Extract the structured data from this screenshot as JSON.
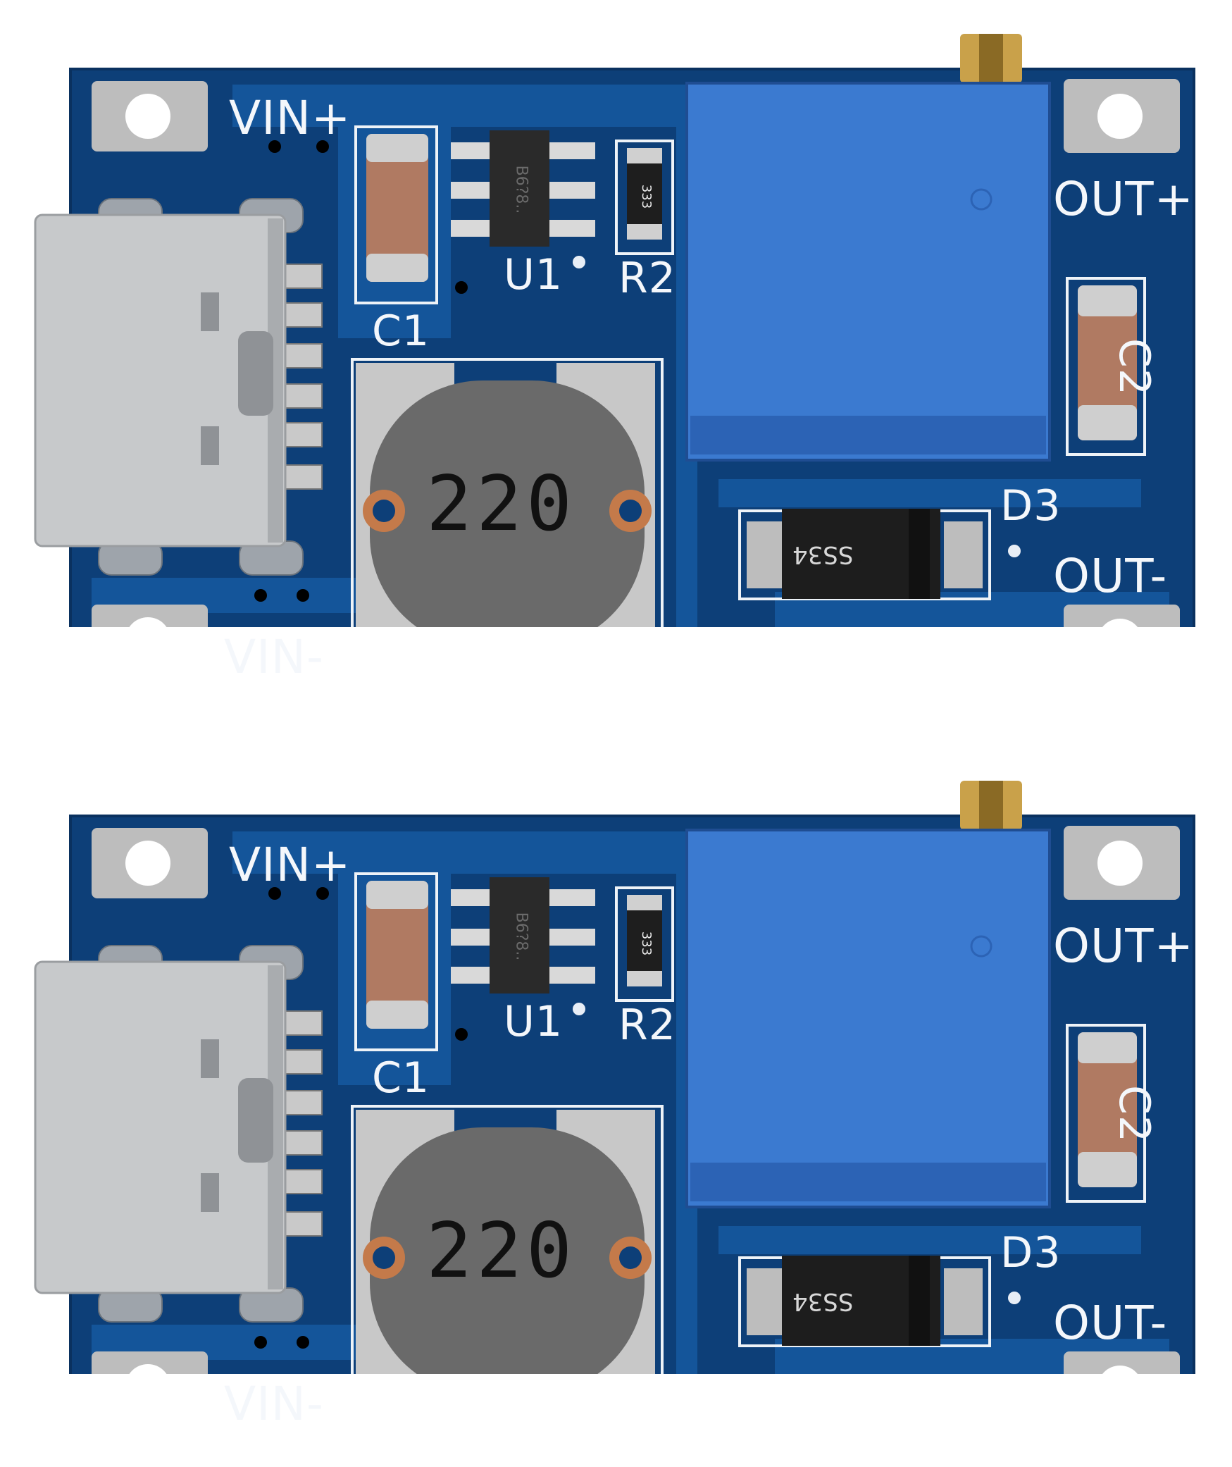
{
  "labels": {
    "vin_plus": "VIN+",
    "vin_minus": "VIN-",
    "out_plus": "OUT+",
    "out_minus": "OUT-",
    "c1": "C1",
    "c2": "C2",
    "u1": "U1",
    "r2": "R2",
    "d3": "D3",
    "inductor": "220",
    "diode": "SS34",
    "chip": "B6?8..",
    "resistor": "333"
  },
  "colors": {
    "pcb": "#0d3f78",
    "trace": "#14559a",
    "silkscreen": "#f4f7fb",
    "pad": "#b9b9b9",
    "potentiometer": "#3b7ad0",
    "inductor": "#6a6a6a",
    "brass": "#c9a14a"
  },
  "icons": [
    "usb-c-connector-icon",
    "inductor-icon",
    "potentiometer-icon",
    "diode-icon",
    "capacitor-icon",
    "chip-icon"
  ]
}
